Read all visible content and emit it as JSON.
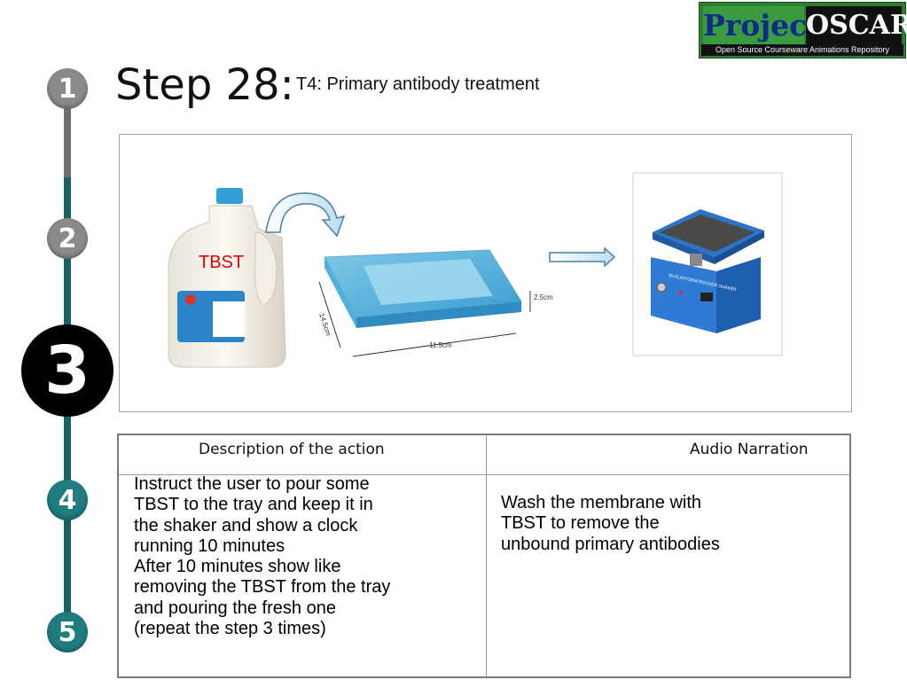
{
  "logo": {
    "word1": "Project",
    "word2": "OSCAR",
    "tagline": "Open Source Courseware Animations Repository"
  },
  "header": {
    "step_title": "Step 28:",
    "subtitle": "T4: Primary antibody treatment"
  },
  "timeline": {
    "steps": [
      "1",
      "2",
      "3",
      "4",
      "5"
    ],
    "current": "3",
    "colors": {
      "done": "#8a8a8a",
      "current": "#000000",
      "upcoming": "#1f7c7f",
      "line": "#1c5f63"
    }
  },
  "illustration": {
    "bottle_label": "TBST",
    "tray_dims": {
      "height": "2.5cm",
      "width": "11.5cm",
      "depth": "14.5cm"
    },
    "shaker_label": "BI-PLATFORM ROCKER SHAKER"
  },
  "table": {
    "col1_header": "Description of the action",
    "col2_header": "Audio Narration",
    "description": "Instruct the user to pour some\nTBST to the tray and keep it in\nthe shaker and show a clock\nrunning 10 minutes\nAfter 10 minutes show like\nremoving the TBST from the tray\nand pouring the fresh one\n(repeat the step 3 times)",
    "narration": "Wash the membrane with\nTBST to remove the\nunbound primary antibodies"
  }
}
